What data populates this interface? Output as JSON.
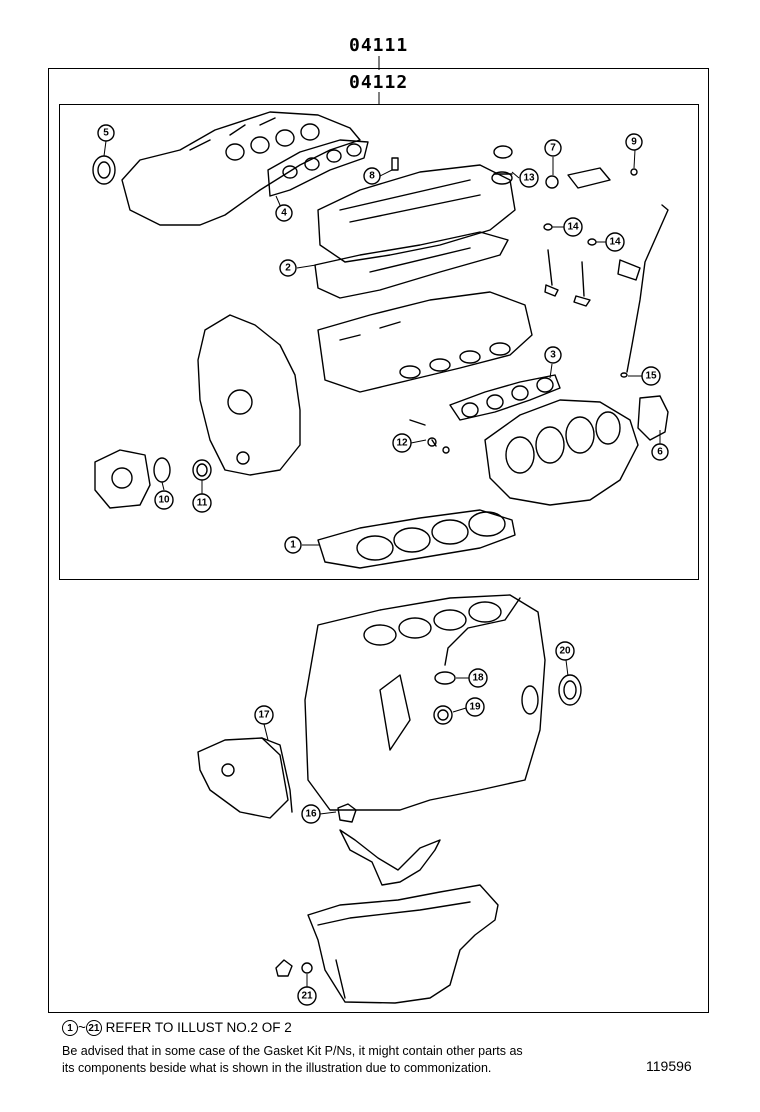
{
  "header": {
    "kit_part_no": "04111",
    "sub_kit_part_no": "04112"
  },
  "callouts": [
    "1",
    "2",
    "3",
    "4",
    "5",
    "6",
    "7",
    "8",
    "9",
    "10",
    "11",
    "12",
    "13",
    "14",
    "14",
    "15",
    "16",
    "17",
    "18",
    "19",
    "20",
    "21"
  ],
  "footer": {
    "refer_start": "1",
    "refer_tilde": "~",
    "refer_end": "21",
    "refer_text": "REFER TO ILLUST NO.2 OF 2",
    "note_line1": "Be advised that in some case of the Gasket Kit P/Ns,  it might contain other parts as",
    "note_line2": "its components beside what is shown in the illustration due to commonization.",
    "illustration_no": "119596"
  }
}
